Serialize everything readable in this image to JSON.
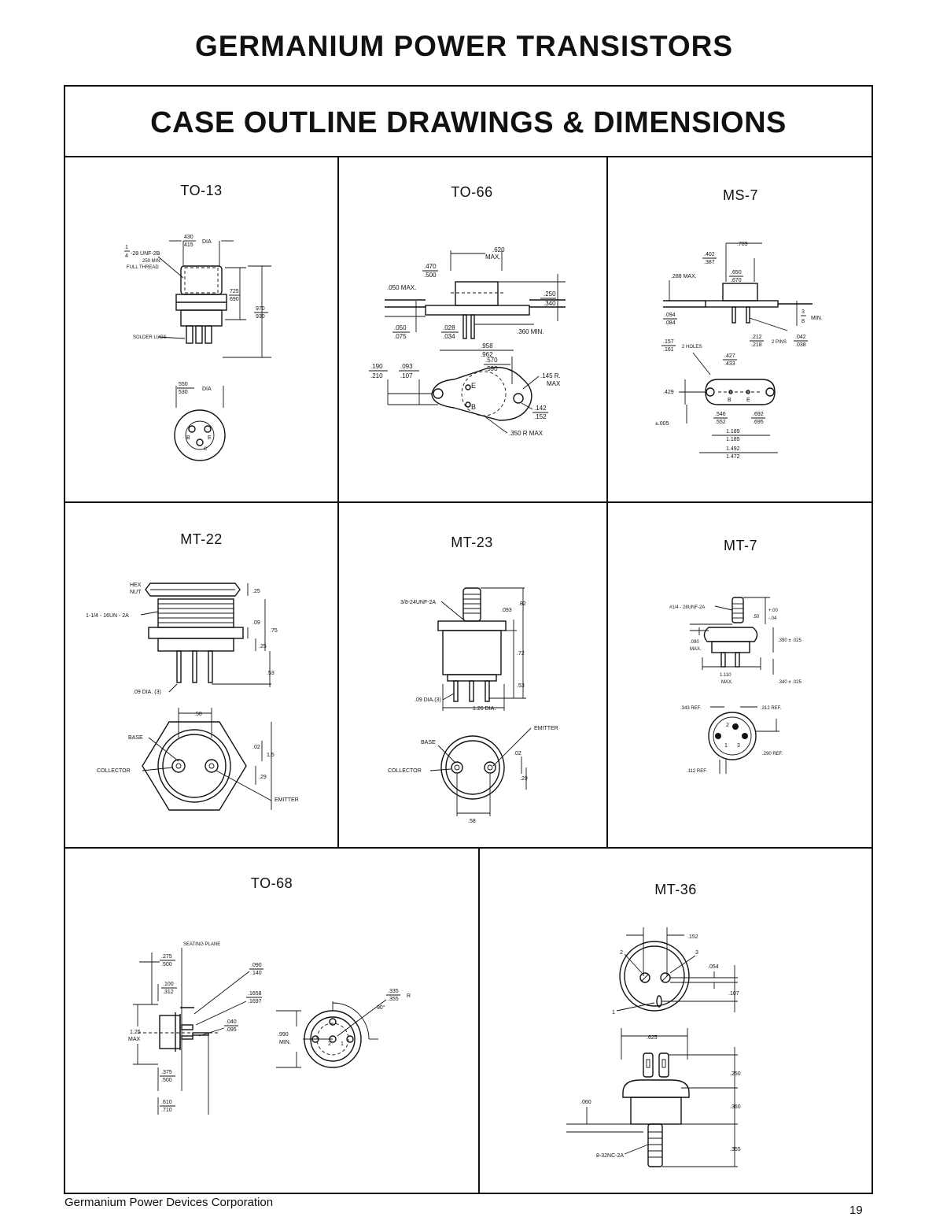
{
  "header": {
    "title": "GERMANIUM POWER TRANSISTORS",
    "banner": "CASE OUTLINE DRAWINGS & DIMENSIONS"
  },
  "cases": {
    "to13": {
      "label": "TO-13",
      "dims": {
        "thread_1": "1",
        "thread_2": "4",
        "thread_3": "-28 UNF-2B",
        "thread_min": "250 MIN",
        "thread_full": "FULL THREAD",
        "dia_top": "430",
        "dia_bot": "415",
        "dia_word": "DIA",
        "h1_top": "725",
        "h1_bot": "690",
        "h2_top": "970",
        "h2_bot": "930",
        "lugs": "SOLDER LUGS",
        "base_top": "550",
        "base_bot": "530",
        "base_dia": "DIA",
        "pin_b": "B",
        "pin_e": "E",
        "pin_c": "C"
      }
    },
    "to66": {
      "label": "TO-66",
      "dims": {
        "d620": ".620",
        "dmax": "MAX.",
        "d470": ".470",
        "d500": ".500",
        "d050max": ".050 MAX.",
        "d250": ".250",
        "d340": ".340",
        "d050": ".050",
        "d075": ".075",
        "d028": ".028",
        "d034": ".034",
        "d360": ".360 MIN.",
        "d958": ".958",
        "d962": ".962",
        "d570": ".570",
        "d590": ".590",
        "d190": ".190",
        "d210": ".210",
        "d093": ".093",
        "d107": ".107",
        "d145": ".145 R.",
        "d145max": "MAX",
        "d142": ".142",
        "d152": ".152",
        "d350": ".350 R MAX",
        "pin_e": "E",
        "pin_b": "B"
      }
    },
    "ms7": {
      "label": "MS-7",
      "dims": {
        "d789": ".789",
        "d402": ".402",
        "d387": ".387",
        "d288": ".288 MAX.",
        "d650": ".650",
        "d670": ".670",
        "d094": ".094",
        "d084": ".084",
        "d3": "3",
        "d8": "8",
        "dmin": "MIN.",
        "d157": ".157",
        "d161": ".161",
        "dholes": "2 HOLES",
        "d212": ".212",
        "d218": ".218",
        "dpins": "2 PINS",
        "d042": ".042",
        "d038": ".038",
        "d427": ".427",
        "d433": ".433",
        "d429": ".429",
        "pin_b": "B",
        "pin_e": "E",
        "d546": ".546",
        "d552": ".552",
        "d692": ".692",
        "d695": ".695",
        "d005": "±.005",
        "d1189": "1.189",
        "d1185": "1.185",
        "d1492": "1.492",
        "d1472": "1.472"
      }
    },
    "mt22": {
      "label": "MT-22",
      "dims": {
        "hex": "HEX",
        "nut": "NUT",
        "thread": "1-1/4 - 16UN - 2A",
        "d25": ".25",
        "d09": ".09",
        "d75": ".75",
        "d25b": ".25",
        "d53": ".53",
        "d09dia": ".09 DIA. (3)",
        "d58": ".58",
        "base": "BASE",
        "collector": "COLLECTOR",
        "emitter": "EMITTER",
        "d02": ".02",
        "d15": "1.5",
        "d29": ".29"
      }
    },
    "mt23": {
      "label": "MT-23",
      "dims": {
        "thread": "3/8-24UNF-2A",
        "d093": ".093",
        "d82": ".82",
        "d72": ".72",
        "d53": ".53",
        "d09dia": ".09 DIA.(3)",
        "d126": "1.26 DIA.",
        "emitter": "EMITTER",
        "base": "BASE",
        "collector": "COLLECTOR",
        "d02": ".02",
        "d29": ".29",
        "d58": ".58"
      }
    },
    "mt7": {
      "label": "MT-7",
      "dims": {
        "thread": "#1/4 - 28UNF-2A",
        "d50": ".50",
        "dp00": "+.00",
        "dm04": "-.04",
        "d090": ".090",
        "dmax": "MAX.",
        "d390": ".390 ± .025",
        "d1110": "1.110",
        "dmax2": "MAX.",
        "d340": ".340 ± .025",
        "d343": ".343 REF.",
        "d312": ".312 REF.",
        "p2": "2",
        "p1": "1",
        "p3": "3",
        "d290": ".290 REF.",
        "d112": ".112 REF."
      }
    },
    "to68": {
      "label": "TO-68",
      "dims": {
        "seating": "SEATING PLANE",
        "d275": ".275",
        "d500": ".500",
        "d090": ".090",
        "d140": ".140",
        "d100": ".100",
        "d312": ".312",
        "d1658": ".1658",
        "d1697": ".1697",
        "d335": ".335",
        "d355": ".355",
        "dR": "R",
        "d90": "90°",
        "d040": ".040",
        "d095": ".095",
        "d125": "1.25",
        "dmax": "MAX",
        "d990": ".990",
        "dmin": "MIN.",
        "p2": "2",
        "p1": "1",
        "d375": ".375",
        "d500b": ".500",
        "d610": ".610",
        "d710": ".710"
      }
    },
    "mt36": {
      "label": "MT-36",
      "dims": {
        "d152": ".152",
        "p2": "2",
        "p3": "3",
        "p1": "1",
        "d054": ".054",
        "d107": ".107",
        "d625": ".625",
        "d250": ".250",
        "d060": ".060",
        "d360": ".360",
        "d355": ".355",
        "thread": "8-32NC-2A"
      }
    }
  },
  "footer": {
    "company": "Germanium Power Devices Corporation",
    "page": "19"
  }
}
